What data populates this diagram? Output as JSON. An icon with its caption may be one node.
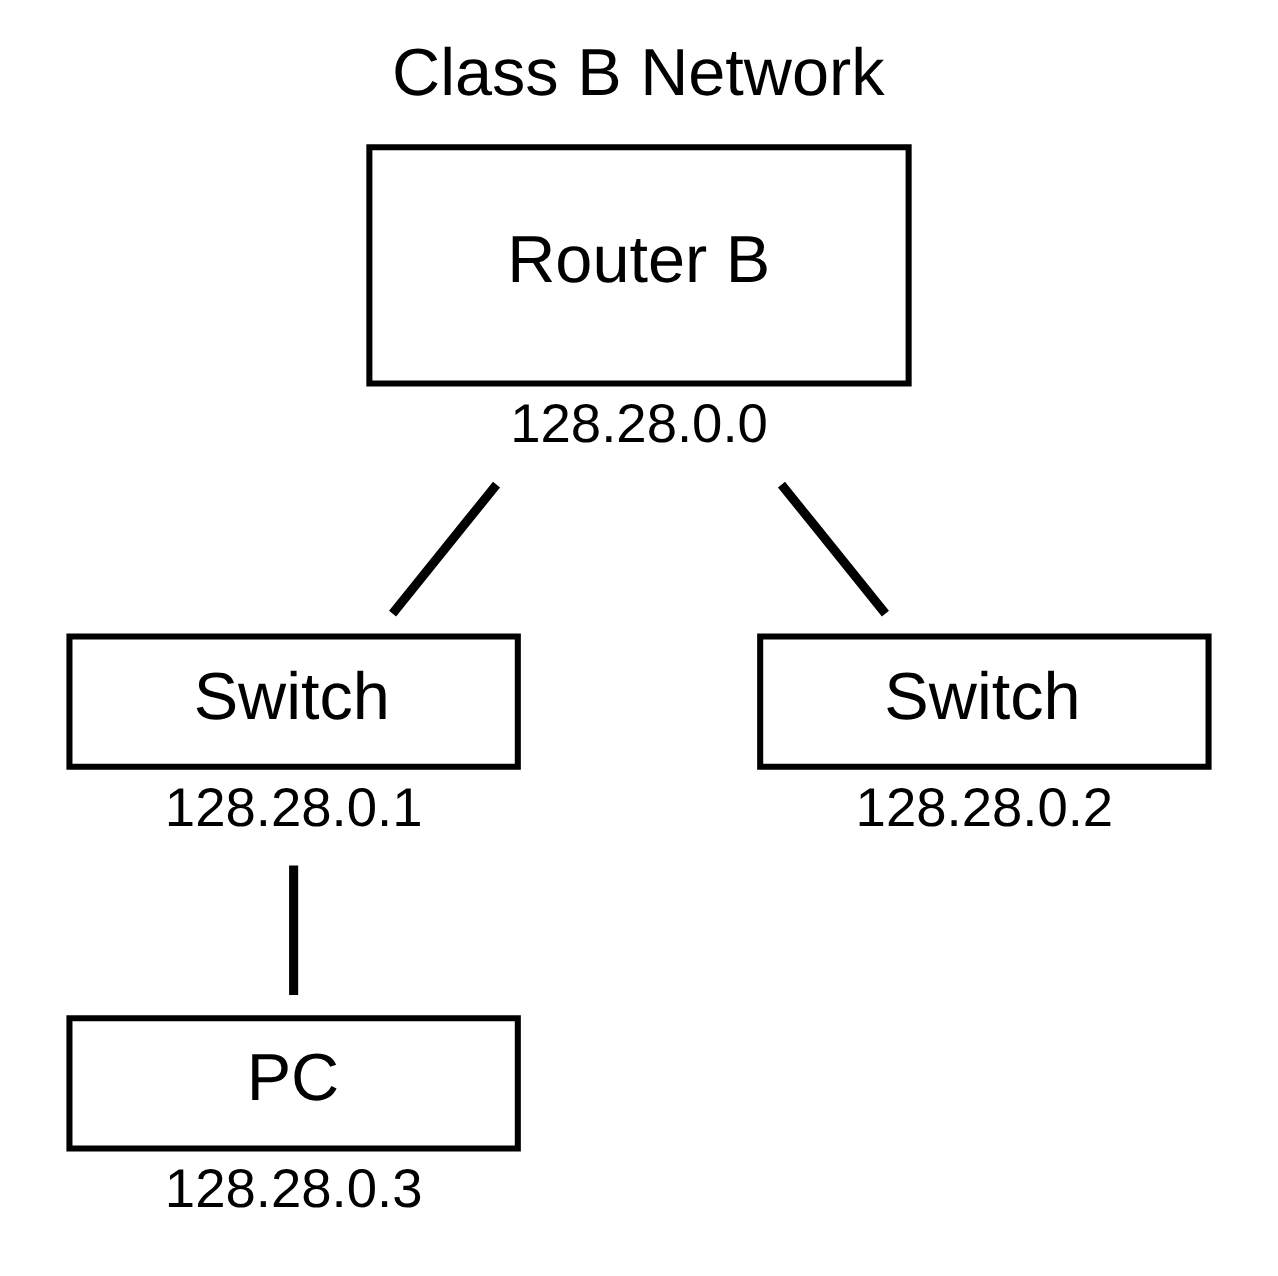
{
  "diagram": {
    "title": "Class B Network",
    "nodes": [
      {
        "text": [
          "Router B"
        ],
        "beside": [
          "128.28.0.0"
        ]
      },
      {
        "text": [
          "Switch"
        ],
        "beside": [
          "128.28.0.1"
        ]
      },
      {
        "text": [
          "Switch"
        ],
        "beside": [
          "128.28.0.2"
        ]
      },
      {
        "text": [
          "PC"
        ],
        "beside": [
          "128.28.0.3"
        ]
      }
    ],
    "edges": [
      {
        "from": 0,
        "to": 1,
        "arrow": "none"
      },
      {
        "from": 0,
        "to": 2,
        "arrow": "none"
      },
      {
        "from": 1,
        "to": 3,
        "arrow": "none"
      }
    ]
  }
}
